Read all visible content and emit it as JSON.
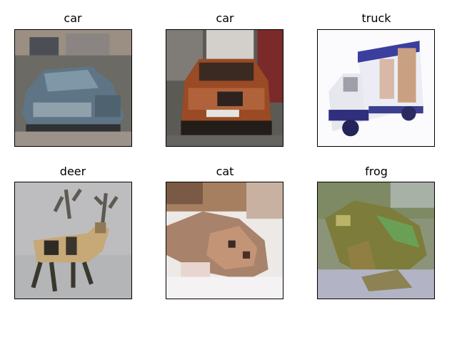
{
  "figure": {
    "panels": [
      {
        "title": "car",
        "image": "blue-car-parked-photo"
      },
      {
        "title": "car",
        "image": "brown-suv-front-photo"
      },
      {
        "title": "truck",
        "image": "delivery-truck-white-blue-photo"
      },
      {
        "title": "deer",
        "image": "deer-antlers-gray-background-photo"
      },
      {
        "title": "cat",
        "image": "cat-lying-down-photo"
      },
      {
        "title": "frog",
        "image": "green-frog-closeup-photo"
      }
    ]
  }
}
